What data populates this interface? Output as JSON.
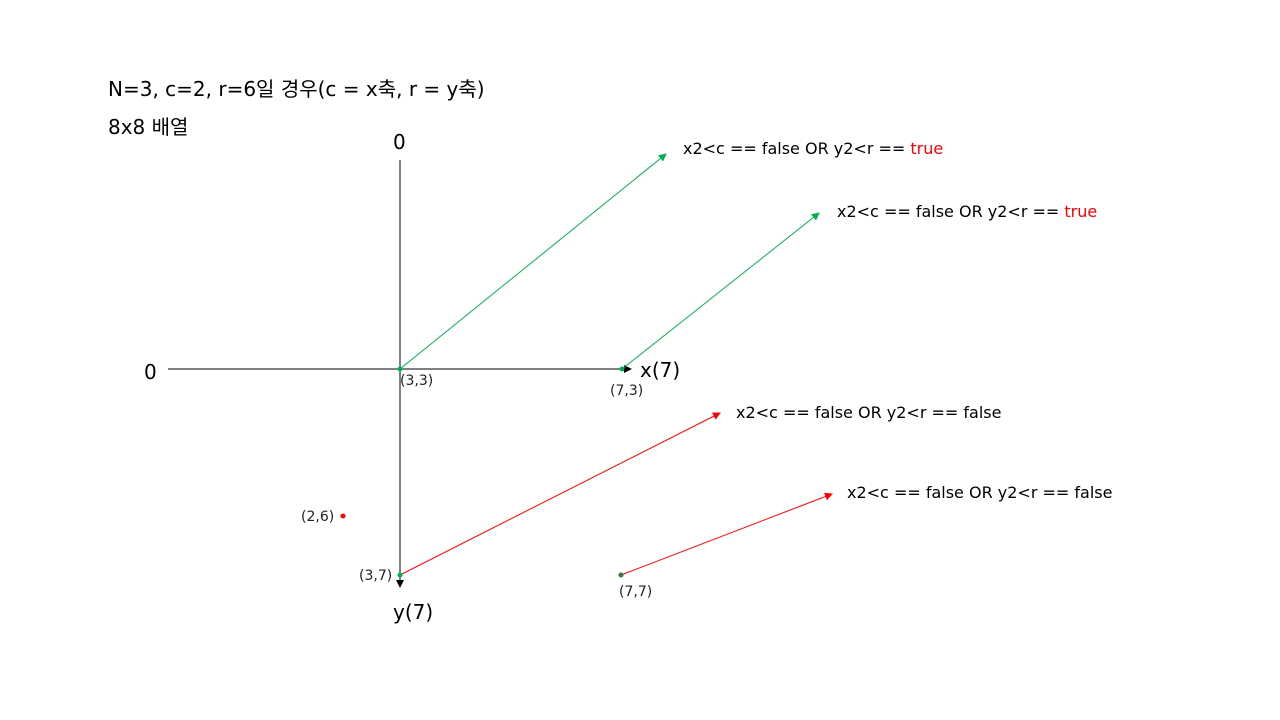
{
  "title": {
    "line1": "N=3, c=2, r=6일 경우(c = x축, r = y축)",
    "line2": "8x8 배열"
  },
  "axes": {
    "top_zero": "0",
    "left_zero": "0",
    "x_end": "x(7)",
    "y_end": "y(7)"
  },
  "points": {
    "p33": "(3,3)",
    "p73": "(7,3)",
    "p37": "(3,7)",
    "p77": "(7,7)",
    "p26": "(2,6)"
  },
  "conditions": [
    {
      "prefix": "x2<c == false OR y2<r == ",
      "result": "true"
    },
    {
      "prefix": "x2<c == false OR y2<r == ",
      "result": "true"
    },
    {
      "prefix": "x2<c == false OR y2<r == ",
      "result": "false"
    },
    {
      "prefix": "x2<c == false OR y2<r == ",
      "result": "false"
    }
  ],
  "colors": {
    "green": "#00b050",
    "red": "#ff0000",
    "axis": "#000000"
  }
}
